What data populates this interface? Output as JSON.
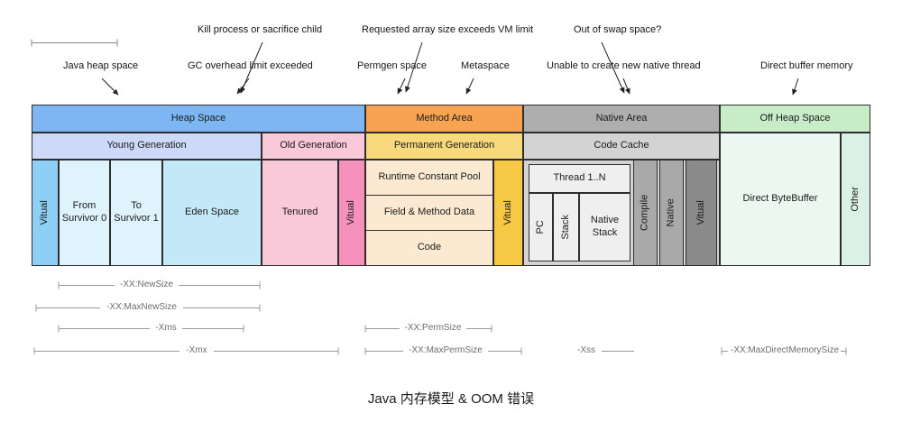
{
  "title": "Java 内存模型 & OOM 错误",
  "oom_labels": {
    "kill_process": "Kill process or sacrifice child",
    "requested_array": "Requested array size exceeds VM limit",
    "out_of_swap": "Out of swap space?",
    "java_heap": "Java heap space",
    "gc_overhead": "GC overhead limit exceeded",
    "permgen": "Permgen space",
    "metaspace": "Metaspace",
    "native_thread": "Unable to create new native thread",
    "direct_buffer": "Direct buffer memory"
  },
  "regions": {
    "heap": "Heap Space",
    "method": "Method Area",
    "native": "Native Area",
    "off_heap": "Off Heap Space"
  },
  "subregions": {
    "young": "Young Generation",
    "old": "Old Generation",
    "permanent": "Permanent Generation",
    "code_cache": "Code Cache"
  },
  "cells": {
    "heap_virtual": "Vitual",
    "from_survivor": "From Survivor 0",
    "to_survivor": "To Survivor 1",
    "eden": "Eden Space",
    "tenured": "Tenured",
    "old_virtual": "Vitual",
    "runtime_constant_pool": "Runtime Constant Pool",
    "field_method_data": "Field & Method Data",
    "code": "Code",
    "perm_virtual": "Vitual",
    "thread": "Thread 1..N",
    "pc": "PC",
    "stack": "Stack",
    "native_stack": "Native Stack",
    "compile": "Compile",
    "native": "Native",
    "native_virtual": "Vitual",
    "direct_bytebuffer": "Direct ByteBuffer",
    "other": "Other"
  },
  "jvm_params": {
    "new_size": "-XX:NewSize",
    "max_new_size": "-XX:MaxNewSize",
    "xms": "-Xms",
    "perm_size": "-XX:PermSize",
    "xmx": "-Xmx",
    "max_perm_size": "-XX:MaxPermSize",
    "xss": "-Xss",
    "max_direct_memory_size": "-XX:MaxDirectMemorySize"
  },
  "colors": {
    "heap_header": "#7db6f3",
    "young_gen": "#ccd9f8",
    "old_gen": "#f9c9da",
    "heap_virtual": "#8ed0f5",
    "survivor": "#def3fb",
    "eden": "#c3e9f9",
    "old_virtual": "#f591ba",
    "method_header": "#f7a351",
    "perm_gen": "#f8d97c",
    "perm_cell": "#fbead1",
    "perm_virtual": "#f6c844",
    "native_header": "#aeaeae",
    "code_cache": "#d3d3d3",
    "thread_box": "#efefef",
    "native_strip": "#a9a9a9",
    "native_virtual": "#8a8a8a",
    "off_heap_header": "#c8ebc8",
    "direct_buffer": "#eaf8f1",
    "other": "#daf2e5",
    "border": "#2e2e2e",
    "arrow": "#222222",
    "param_line": "#999999"
  }
}
